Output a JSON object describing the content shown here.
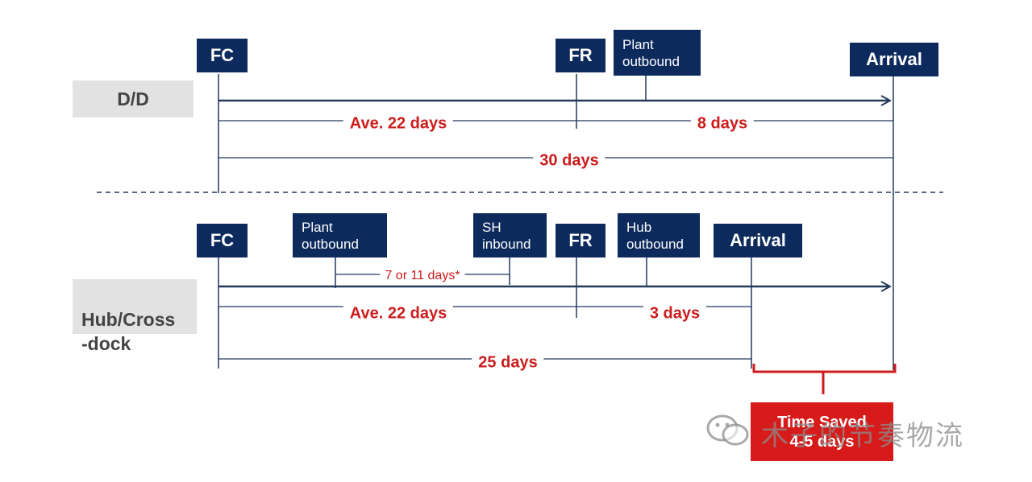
{
  "rows": {
    "dd_label": "D/D",
    "hub_label": "Hub/Cross\n-dock"
  },
  "dd": {
    "fc": "FC",
    "fr": "FR",
    "plant_outbound": "Plant\noutbound",
    "arrival": "Arrival",
    "ave_days": "Ave. 22 days",
    "fr_to_arrival": "8 days",
    "total": "30 days"
  },
  "hub": {
    "fc": "FC",
    "plant_outbound": "Plant\noutbound",
    "sh_inbound": "SH\ninbound",
    "fr": "FR",
    "hub_outbound": "Hub\noutbound",
    "arrival": "Arrival",
    "plant_to_sh": "7 or 11 days*",
    "ave_days": "Ave. 22 days",
    "fr_to_arrival": "3 days",
    "total": "25 days"
  },
  "saved": {
    "title": "Time Saved",
    "value": "4-5 days"
  },
  "watermark": "木子的节奏物流",
  "colors": {
    "navy": "#0d2a5c",
    "red": "#cc1c1c",
    "line": "#23395d",
    "saved_bg": "#d71a1a"
  }
}
